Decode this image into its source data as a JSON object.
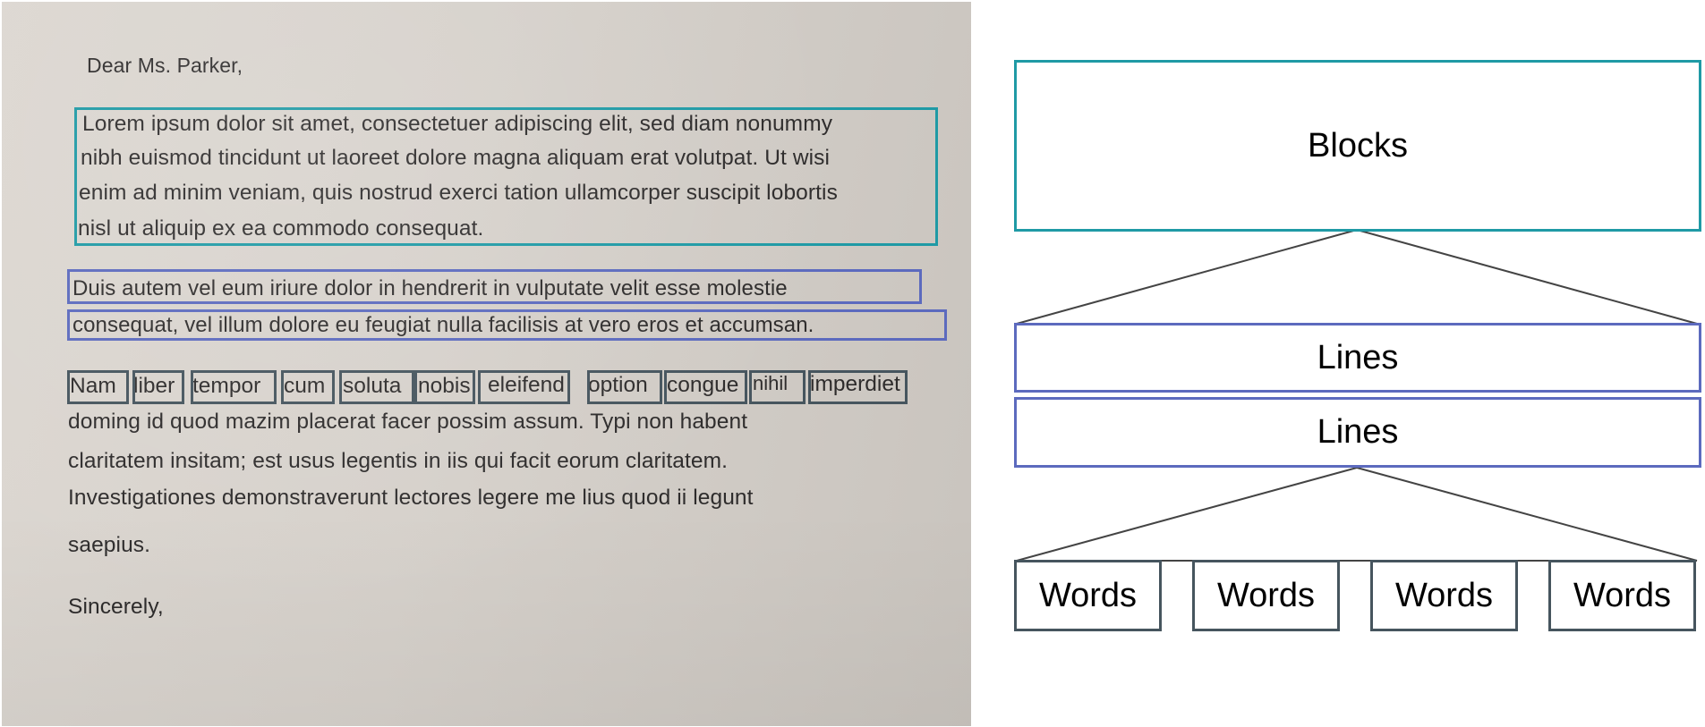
{
  "letter": {
    "salutation": "Dear Ms. Parker,",
    "paragraph1": [
      "Lorem ipsum dolor sit amet, consectetuer adipiscing elit, sed diam nonummy",
      "nibh euismod tincidunt ut laoreet dolore magna aliquam erat volutpat. Ut wisi",
      "enim ad minim veniam, quis nostrud exerci tation ullamcorper suscipit lobortis",
      "nisl ut aliquip ex ea commodo consequat."
    ],
    "paragraph2": [
      "Duis autem vel eum iriure dolor in hendrerit in vulputate velit esse molestie",
      "consequat, vel illum dolore eu feugiat nulla facilisis at vero eros et accumsan."
    ],
    "paragraph3_words": [
      "Nam",
      "liber",
      "tempor",
      "cum",
      "soluta",
      "nobis",
      "eleifend",
      "option",
      "congue",
      "nihil",
      "imperdiet"
    ],
    "paragraph3_rest": [
      "doming id quod mazim placerat facer possim assum. Typi non habent",
      "claritatem insitam; est usus legentis in iis qui facit eorum claritatem.",
      "Investigationes demonstraverunt lectores legere me lius quod ii legunt",
      "saepius."
    ],
    "closing": "Sincerely,"
  },
  "diagram": {
    "block_label": "Blocks",
    "line_labels": [
      "Lines",
      "Lines"
    ],
    "word_labels": [
      "Words",
      "Words",
      "Words",
      "Words"
    ],
    "colors": {
      "block": "#1f9aa5",
      "line": "#5c6abe",
      "word": "#46555e",
      "connector": "#444444"
    }
  }
}
